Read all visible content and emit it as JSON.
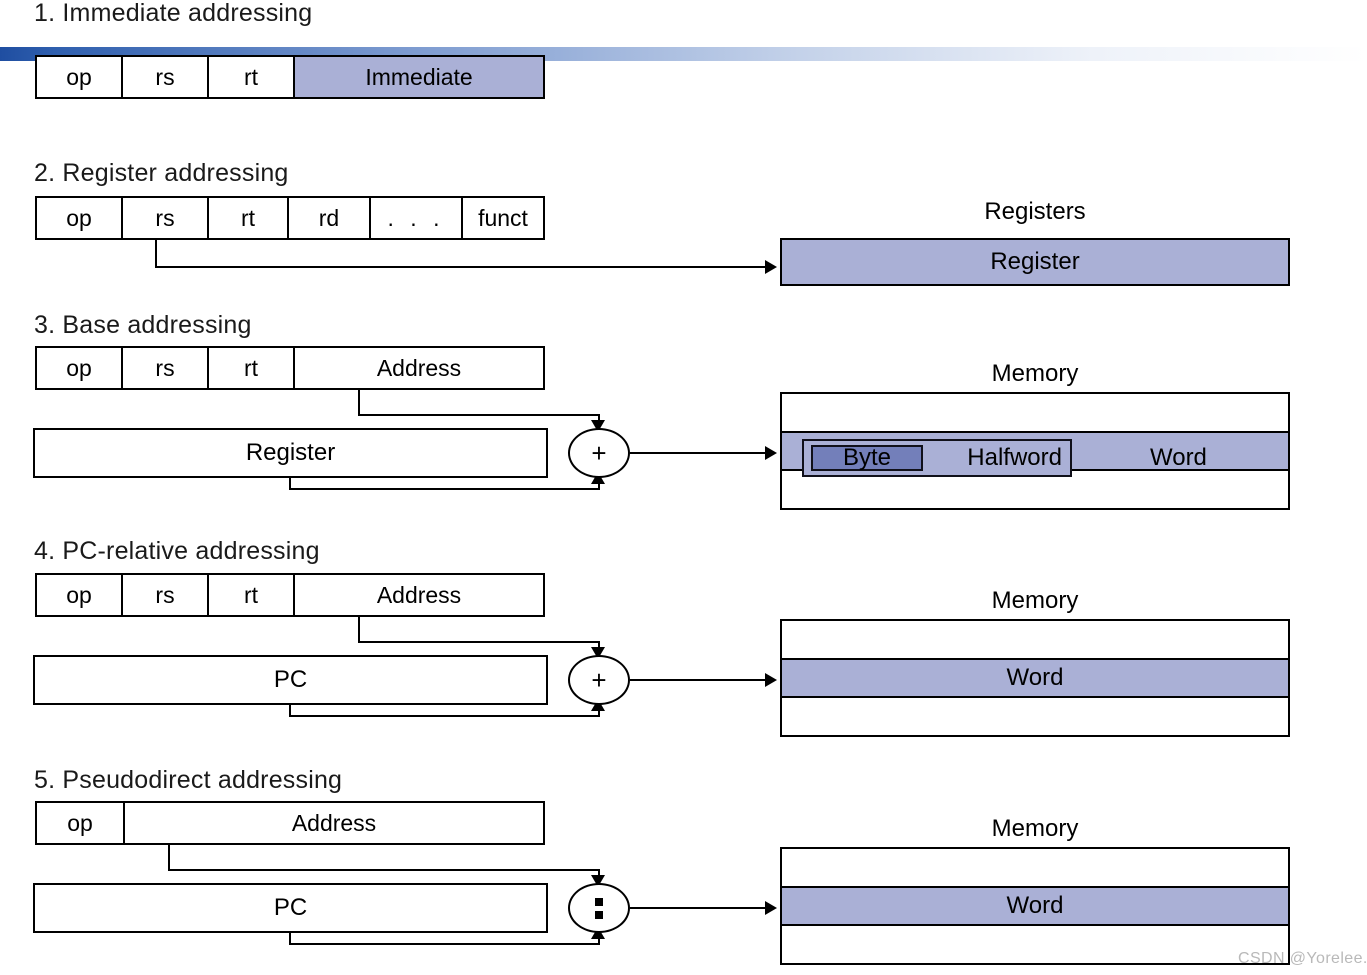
{
  "figure": {
    "title_bar": "gradient-banner",
    "accent_dark": "#1f4ea1",
    "fill_light": "#aab0d6",
    "fill_dark": "#737fba"
  },
  "sections": [
    {
      "heading": "1.  Immediate addressing",
      "fields": [
        {
          "label": "op",
          "filled": false
        },
        {
          "label": "rs",
          "filled": false
        },
        {
          "label": "rt",
          "filled": false
        },
        {
          "label": "Immediate",
          "filled": true
        }
      ]
    },
    {
      "heading": "2. Register addressing",
      "fields": [
        {
          "label": "op",
          "filled": false
        },
        {
          "label": "rs",
          "filled": false
        },
        {
          "label": "rt",
          "filled": false
        },
        {
          "label": "rd",
          "filled": false
        },
        {
          "label": ". . .",
          "filled": false
        },
        {
          "label": "funct",
          "filled": false
        }
      ],
      "panel_title": "Registers",
      "target_label": "Register"
    },
    {
      "heading": "3.  Base addressing",
      "fields": [
        {
          "label": "op",
          "filled": false
        },
        {
          "label": "rs",
          "filled": false
        },
        {
          "label": "rt",
          "filled": false
        },
        {
          "label": "Address",
          "filled": false
        }
      ],
      "operand_box": "Register",
      "operator": "+",
      "panel_title": "Memory",
      "word_label": "Word",
      "halfword_label": "Halfword",
      "byte_label": "Byte"
    },
    {
      "heading": "4.  PC-relative addressing",
      "fields": [
        {
          "label": "op",
          "filled": false
        },
        {
          "label": "rs",
          "filled": false
        },
        {
          "label": "rt",
          "filled": false
        },
        {
          "label": "Address",
          "filled": false
        }
      ],
      "operand_box": "PC",
      "operator": "+",
      "panel_title": "Memory",
      "word_label": "Word"
    },
    {
      "heading": "5.  Pseudodirect addressing",
      "fields": [
        {
          "label": "op",
          "filled": false
        },
        {
          "label": "Address",
          "filled": false
        }
      ],
      "operand_box": "PC",
      "operator": ":",
      "panel_title": "Memory",
      "word_label": "Word"
    }
  ],
  "watermark": "CSDN @Yorelee."
}
